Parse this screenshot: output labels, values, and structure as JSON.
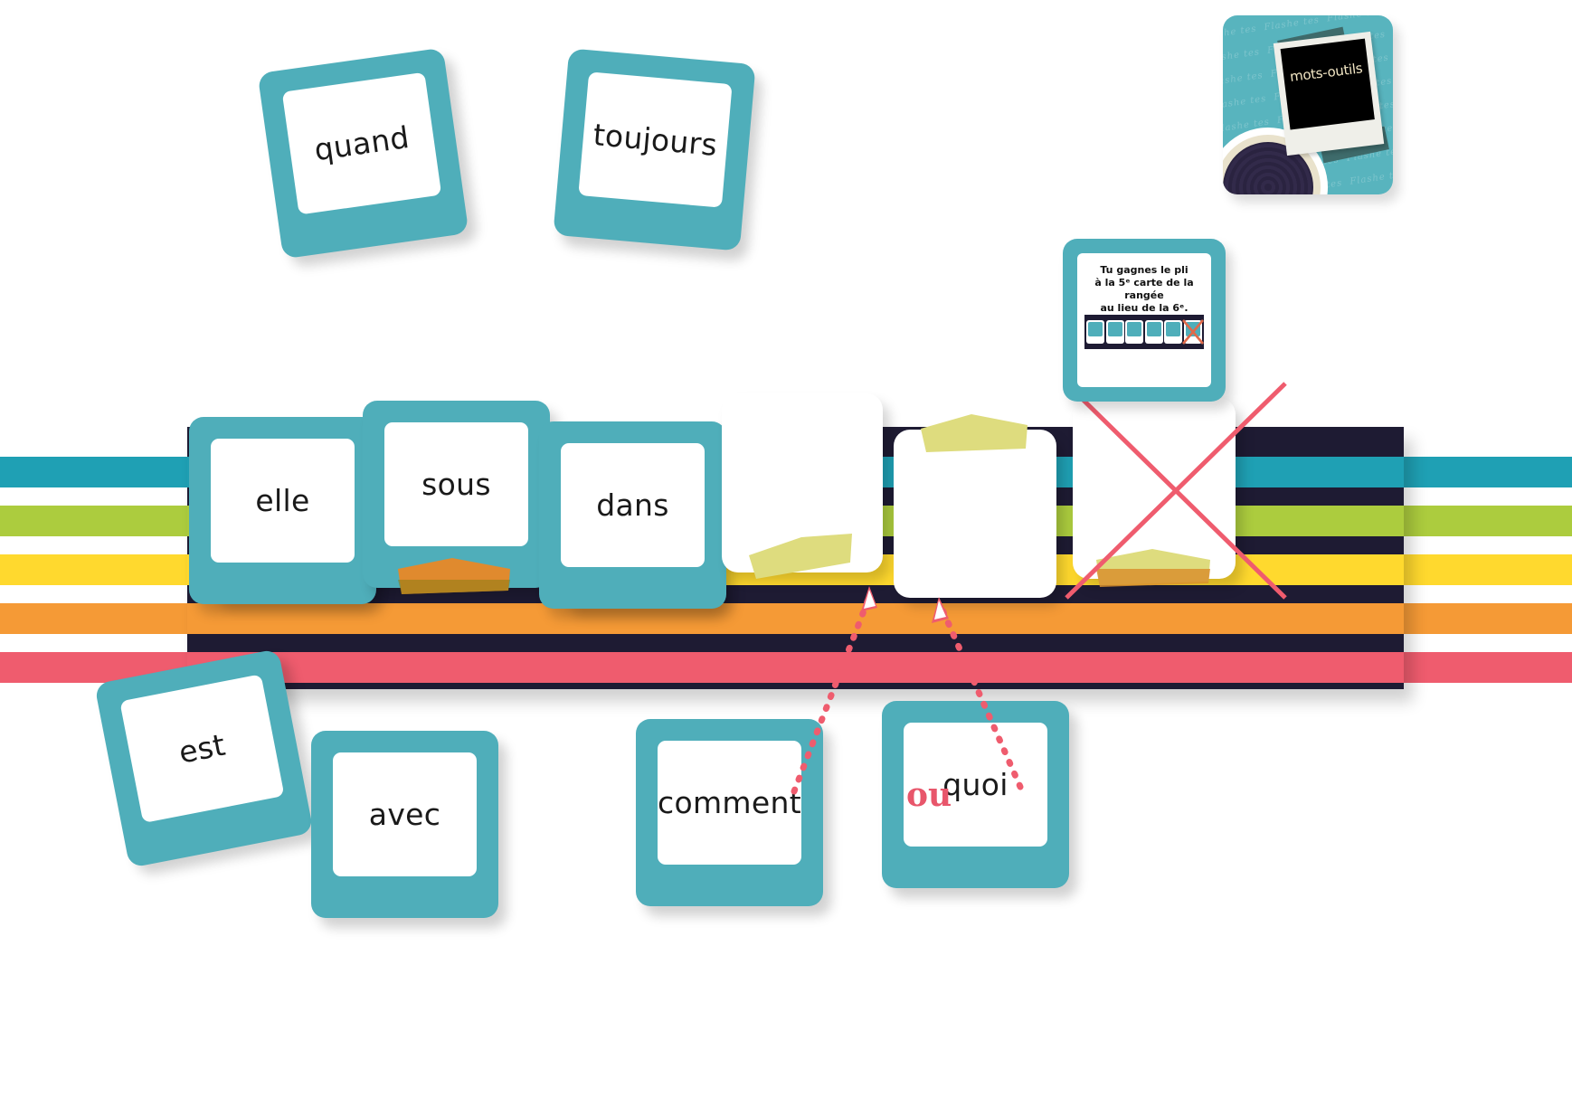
{
  "page": {
    "title": "mots-outils",
    "background": "#ffffff"
  },
  "colors": {
    "card_frame": "#4FAEBA",
    "band_dark": "#1E1B33",
    "stripe_teal": "#1FA0B4",
    "stripe_green": "#ACCC3E",
    "stripe_yellow": "#FFD92E",
    "stripe_orange": "#F59A36",
    "stripe_pink": "#EF5C6E",
    "annotation_red": "#E8566B",
    "tape_olive": "#8A7B14",
    "tape_yellow": "#DEDC7E",
    "logo_bg": "#58B4BE"
  },
  "logo_badge": {
    "name": "mots-outils",
    "caption": "mots-outils",
    "watermark": "Flashe tes"
  },
  "rule_card": {
    "line1": "Tu gagnes le pli",
    "line2": "à la 5ᵉ carte de la rangée",
    "line3": "au lieu de la 6ᵉ.",
    "mini_cards_count": 6,
    "crossed_index": 6
  },
  "row_band": {
    "label": "rangée",
    "cards": [
      {
        "word": "elle",
        "has_word": true,
        "tape": "olive-top"
      },
      {
        "word": "sous",
        "has_word": true,
        "tape": "none"
      },
      {
        "word": "dans",
        "has_word": true,
        "tape": "olive-top"
      },
      {
        "word": "",
        "has_word": false,
        "tape": "yellow-bottom"
      },
      {
        "word": "",
        "has_word": false,
        "tape": "yellow-top"
      },
      {
        "word": "",
        "has_word": false,
        "tape": "yellow-bottom",
        "crossed": true
      }
    ]
  },
  "loose_cards_top": [
    {
      "word": "quand",
      "rotation": -8
    },
    {
      "word": "toujours",
      "rotation": 6
    }
  ],
  "loose_cards_bottom": [
    {
      "word": "est",
      "rotation": -11
    },
    {
      "word": "avec",
      "rotation": 0
    },
    {
      "word": "comment",
      "rotation": 0
    },
    {
      "word": "quoi",
      "rotation": 0
    }
  ],
  "annotation": {
    "connector_label": "ou",
    "arrow_count": 2,
    "style": "dotted",
    "color": "#E8566B"
  }
}
